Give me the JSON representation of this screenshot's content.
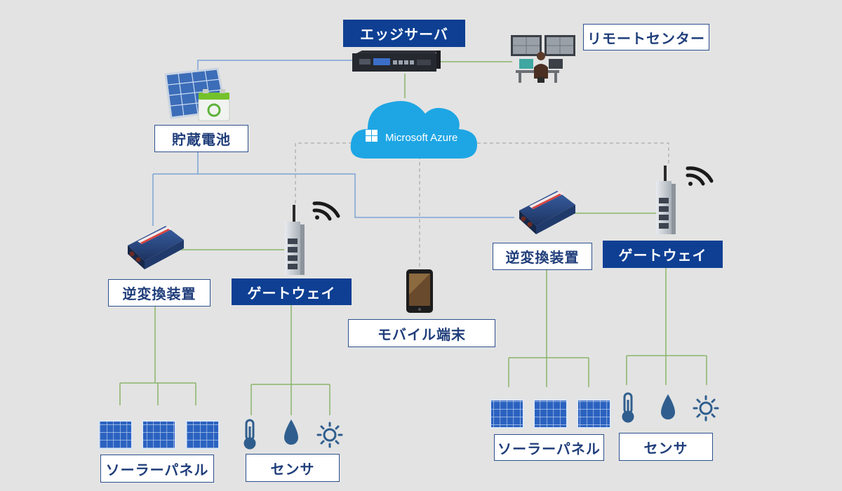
{
  "labels": {
    "edge_server": "エッジサーバ",
    "remote_center": "リモートセンター",
    "storage_battery": "貯蔵電池",
    "cloud": "Microsoft Azure",
    "mobile_terminal": "モバイル端末",
    "left_inverter": "逆変換装置",
    "left_gateway": "ゲートウェイ",
    "left_solar_panel": "ソーラーパネル",
    "left_sensor": "センサ",
    "right_inverter": "逆変換装置",
    "right_gateway": "ゲートウェイ",
    "right_solar_panel": "ソーラーパネル",
    "right_sensor": "センサ"
  },
  "colors": {
    "background": "#e3e3e3",
    "label_dark": "#0e3f93",
    "label_text": "#1f3d7a",
    "line_green": "#8ab56a",
    "line_blue": "#7ca3d4",
    "line_dashed": "#b5b5b5",
    "cloud": "#1ea6e4",
    "sensor_icon": "#2f5e8e"
  },
  "icons": [
    "server-icon",
    "monitor-operator-icon",
    "solar-battery-icon",
    "cloud-icon",
    "windows-logo-icon",
    "inverter-icon",
    "gateway-device-icon",
    "wifi-icon",
    "tablet-icon",
    "solar-panel-icon",
    "thermometer-icon",
    "water-drop-icon",
    "sun-icon"
  ]
}
